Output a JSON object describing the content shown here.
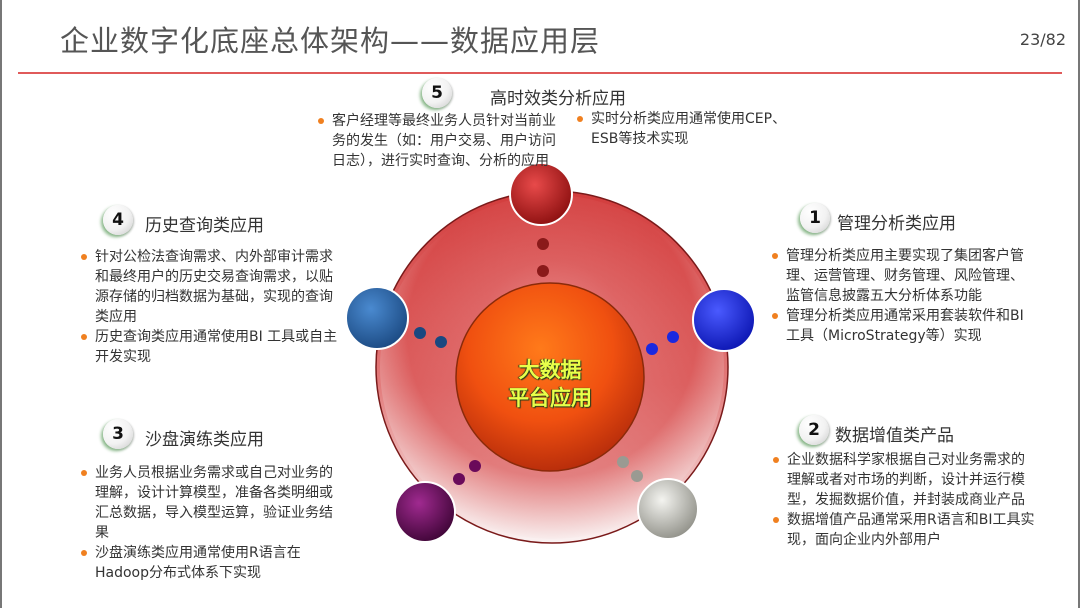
{
  "slide": {
    "title": "企业数字化底座总体架构——数据应用层",
    "page_number": "23/82",
    "accent_color": "#e05a5a"
  },
  "center": {
    "line1": "大数据",
    "line2": "平台应用",
    "text_color": "#e8ff4a"
  },
  "sections": [
    {
      "number": "1",
      "title": "管理分析类应用",
      "node_color": "#1a28e0",
      "bullets": [
        "管理分析类应用主要实现了集团客户管理、运营管理、财务管理、风险管理、监管信息披露五大分析体系功能",
        "管理分析类应用通常采用套装软件和BI工具（MicroStrategy等）实现"
      ]
    },
    {
      "number": "2",
      "title": "数据增值类产品",
      "node_color": "#b8b8b0",
      "bullets": [
        "企业数据科学家根据自己对业务需求的理解或者对市场的判断，设计并运行模型，发掘数据价值，并封装成商业产品",
        "数据增值产品通常采用R语言和BI工具实现，面向企业内外部用户"
      ]
    },
    {
      "number": "3",
      "title": "沙盘演练类应用",
      "node_color": "#6a0a5a",
      "bullets": [
        "业务人员根据业务需求或自己对业务的理解，设计计算模型，准备各类明细或汇总数据，导入模型运算，验证业务结果",
        "沙盘演练类应用通常使用R语言在Hadoop分布式体系下实现"
      ]
    },
    {
      "number": "4",
      "title": "历史查询类应用",
      "node_color": "#2a6aa8",
      "bullets": [
        "针对公检法查询需求、内外部审计需求和最终用户的历史交易查询需求，以贴源存储的归档数据为基础，实现的查询类应用",
        "历史查询类应用通常使用BI 工具或自主开发实现"
      ]
    },
    {
      "number": "5",
      "title": "高时效类分析应用",
      "node_color": "#a01a1a",
      "bullets_left": [
        "客户经理等最终业务人员针对当前业务的发生（如：用户交易、用户访问日志），进行实时查询、分析的应用"
      ],
      "bullets_right": [
        "实时分析类应用通常使用CEP、ESB等技术实现"
      ]
    }
  ]
}
